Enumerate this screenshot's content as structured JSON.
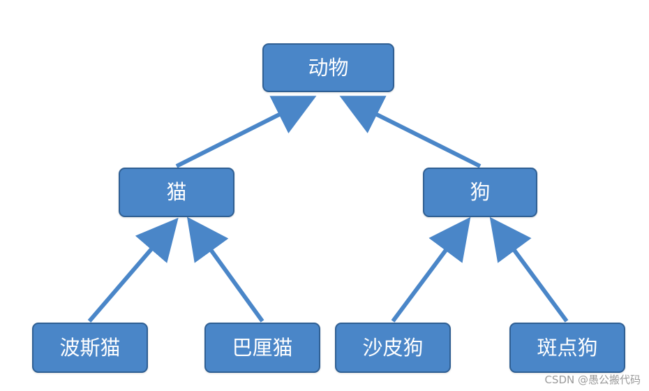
{
  "nodes": {
    "animal": "动物",
    "cat": "猫",
    "dog": "狗",
    "persian_cat": "波斯猫",
    "bali_cat": "巴厘猫",
    "shar_pei": "沙皮狗",
    "dalmatian": "斑点狗"
  },
  "edges": [
    {
      "from": "cat",
      "to": "animal"
    },
    {
      "from": "dog",
      "to": "animal"
    },
    {
      "from": "persian_cat",
      "to": "cat"
    },
    {
      "from": "bali_cat",
      "to": "cat"
    },
    {
      "from": "shar_pei",
      "to": "dog"
    },
    {
      "from": "dalmatian",
      "to": "dog"
    }
  ],
  "colors": {
    "node_fill": "#4a86c8",
    "node_border": "#2f5f93",
    "arrow": "#4a86c8",
    "text": "#ffffff"
  },
  "watermark": "CSDN @愚公搬代码"
}
